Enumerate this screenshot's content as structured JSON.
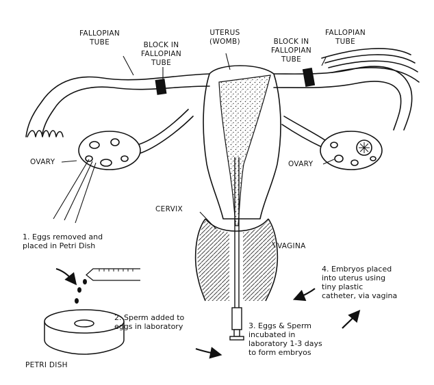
{
  "labels": {
    "fallopian_left": "FALLOPIAN\nTUBE",
    "block_left": "BLOCK IN\nFALLOPIAN\nTUBE",
    "uterus": "UTERUS\n(WOMB)",
    "block_right": "BLOCK IN\nFALLOPIAN\nTUBE",
    "fallopian_right": "FALLOPIAN\nTUBE",
    "ovary_left": "OVARY",
    "ovary_right": "OVARY",
    "cervix": "CERVIX",
    "vagina": "VAGINA",
    "petri_dish": "PETRI DISH"
  },
  "steps": {
    "step1": "1. Eggs removed and\nplaced in Petri Dish",
    "step2": "2. Sperm added to\neggs in laboratory",
    "step3": "3. Eggs & Sperm\nincubated in\nlaboratory 1-3 days\nto form embryos",
    "step4": "4. Embryos placed\ninto uterus using\ntiny plastic\ncatheter, via vagina"
  }
}
